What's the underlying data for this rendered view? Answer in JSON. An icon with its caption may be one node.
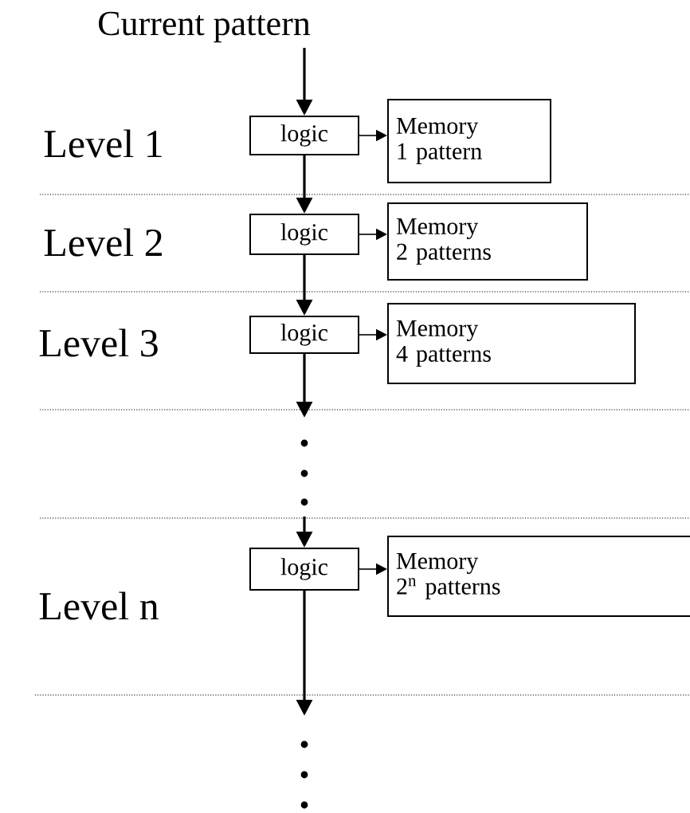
{
  "diagram": {
    "nodes": [
      {
        "text": [
          "Current pattern"
        ]
      },
      {
        "text": [
          "logic"
        ]
      },
      {
        "text": [
          "Memory",
          "1 pattern"
        ]
      },
      {
        "text": [
          "logic"
        ]
      },
      {
        "text": [
          "Memory",
          "2 patterns"
        ]
      },
      {
        "text": [
          "logic"
        ]
      },
      {
        "text": [
          "Memory",
          "4 patterns"
        ]
      },
      {
        "text": [
          "logic"
        ]
      },
      {
        "text": [
          "Memory",
          "2$^{n}$ patterns"
        ]
      }
    ],
    "edges": [
      {
        "from": 0,
        "to": 1,
        "arrow": "to"
      },
      {
        "from": 1,
        "to": 2,
        "arrow": "to"
      },
      {
        "from": 1,
        "to": 3,
        "arrow": "to"
      },
      {
        "from": 3,
        "to": 4,
        "arrow": "to"
      },
      {
        "from": 3,
        "to": 5,
        "arrow": "to"
      },
      {
        "from": 5,
        "to": 6,
        "arrow": "to"
      },
      {
        "from": 5,
        "to": null,
        "arrow": "to"
      },
      {
        "from": null,
        "to": 7,
        "arrow": "to"
      },
      {
        "from": 7,
        "to": 8,
        "arrow": "to"
      },
      {
        "from": 7,
        "to": null,
        "arrow": "to"
      }
    ],
    "labels": [
      "Level 1",
      "Level 2",
      "Level 3",
      "Level n"
    ]
  }
}
